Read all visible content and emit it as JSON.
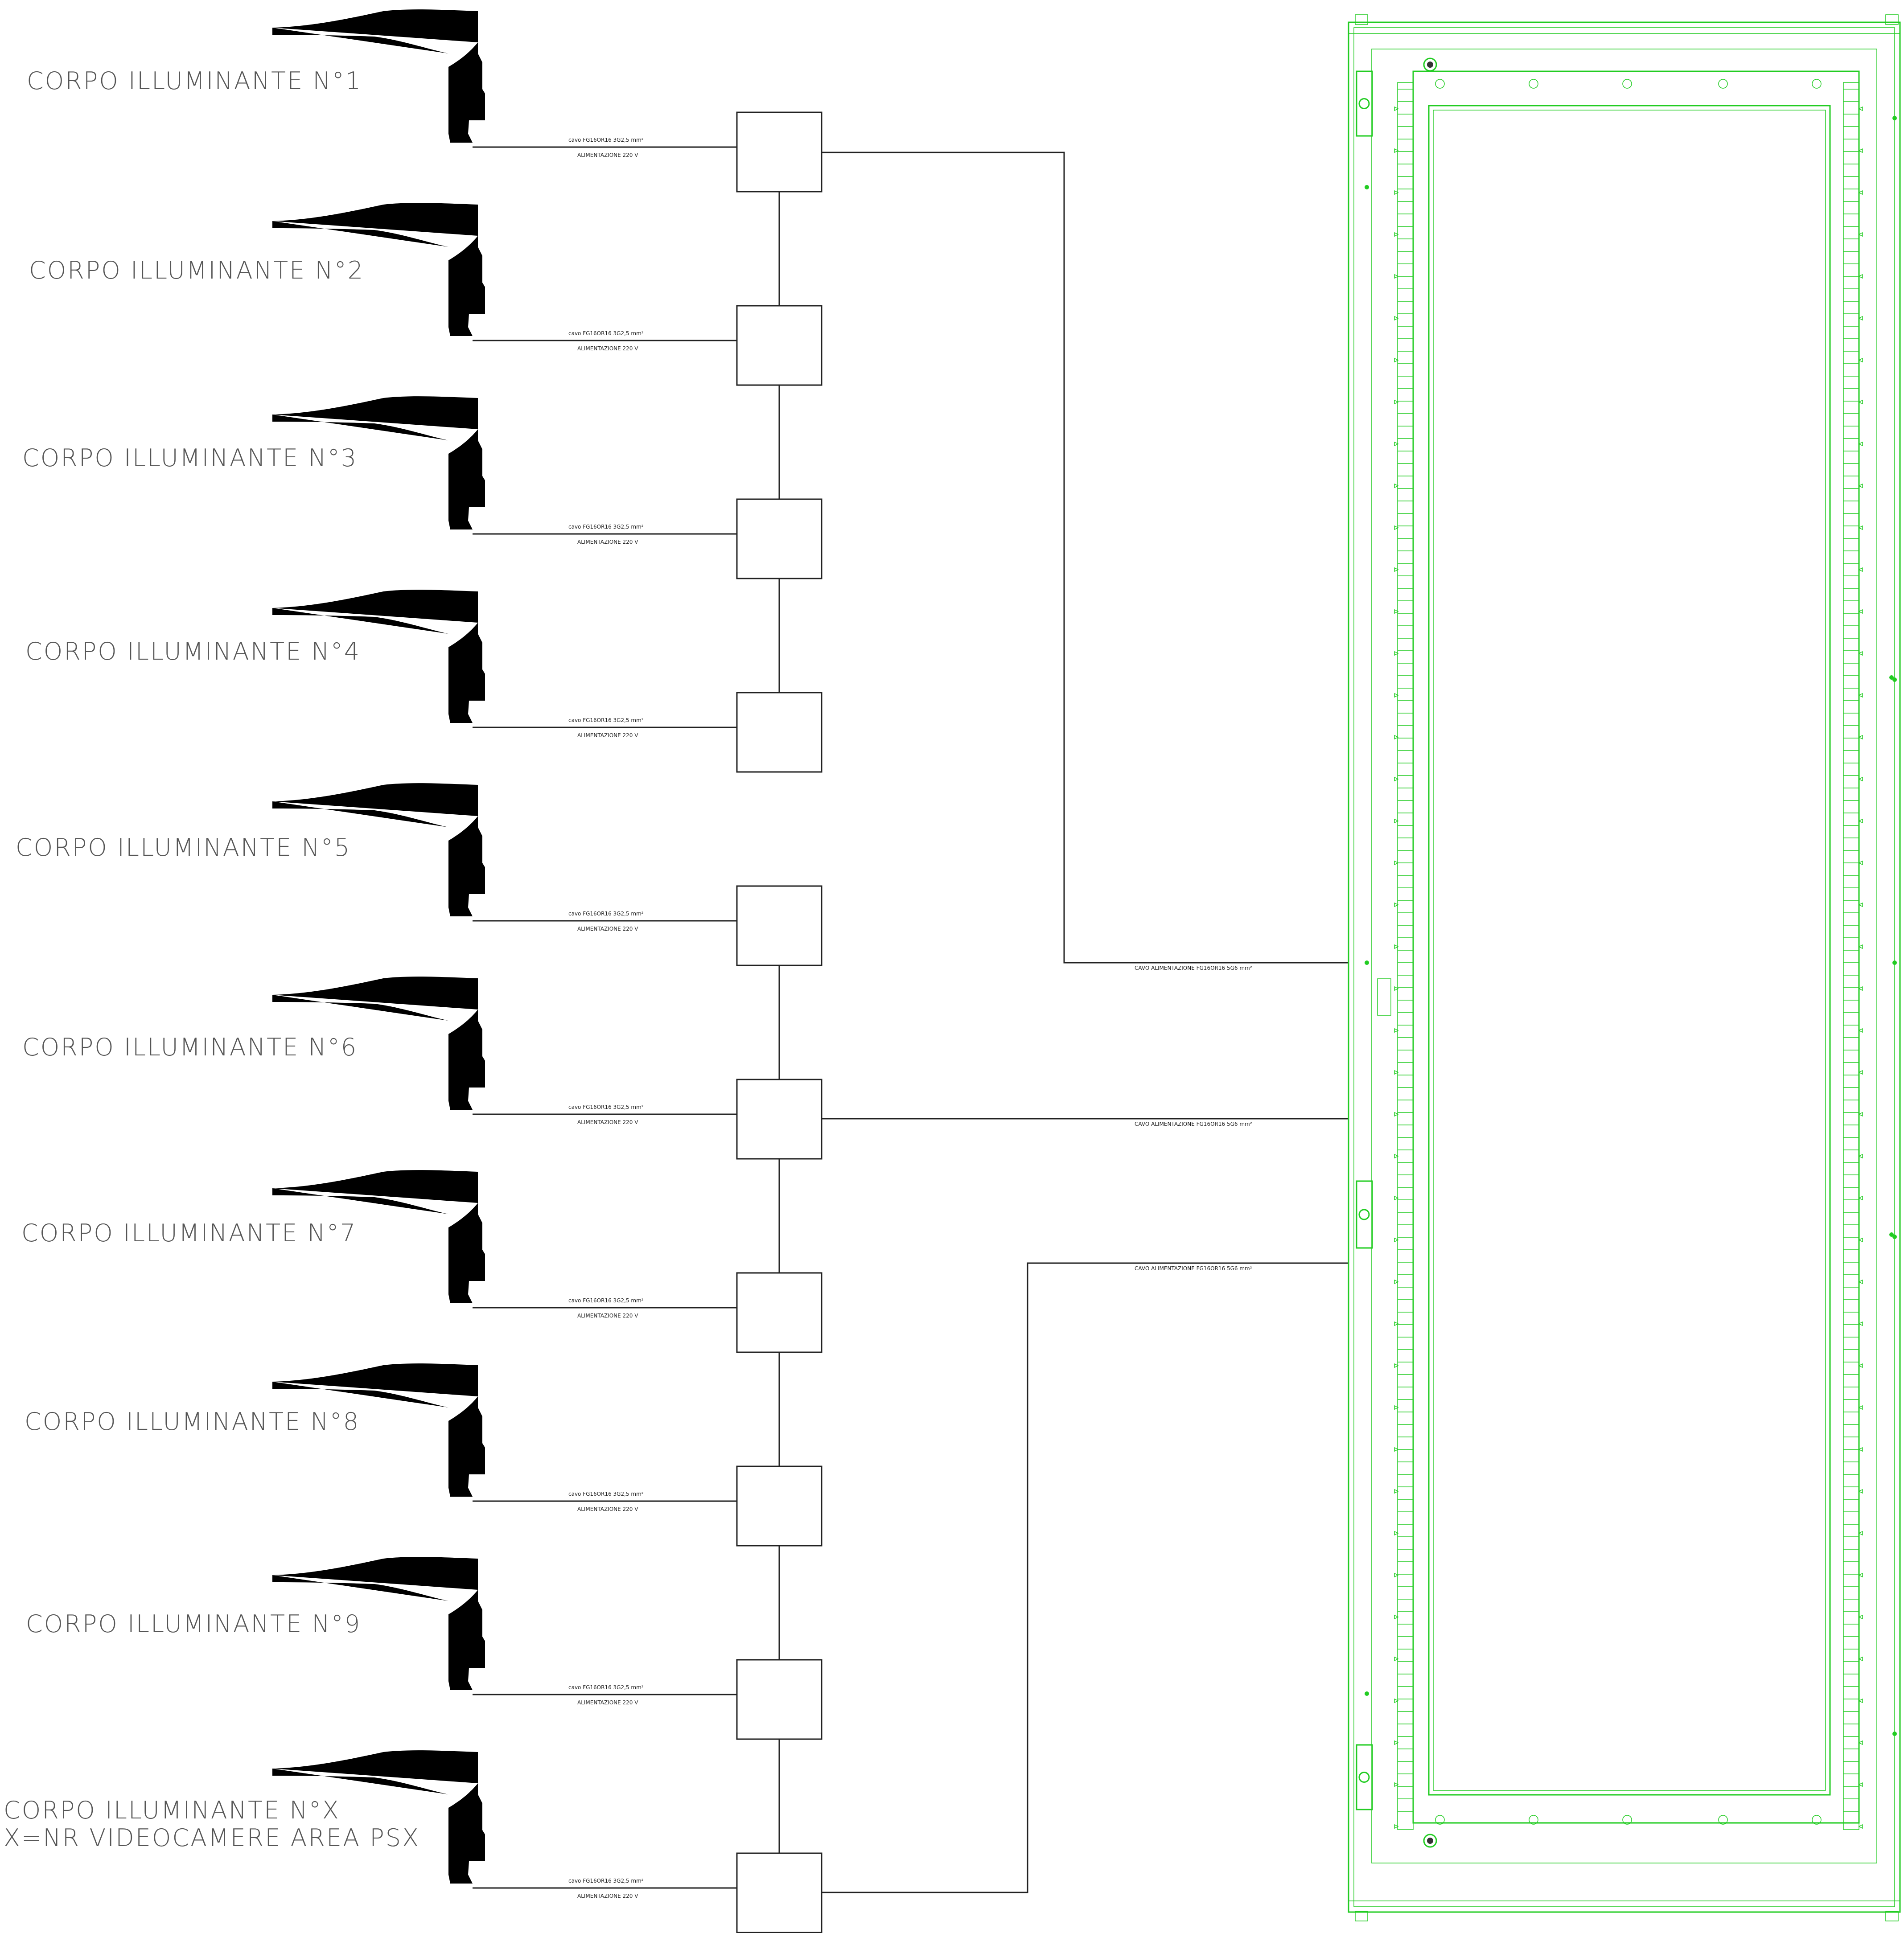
{
  "luminaires": [
    {
      "label": "CORPO ILLUMINANTE N°1",
      "cable": "cavo FG16OR16 3G2,5 mm²",
      "supply": "ALIMENTAZIONE 220 V"
    },
    {
      "label": "CORPO ILLUMINANTE N°2",
      "cable": "cavo FG16OR16 3G2,5 mm²",
      "supply": "ALIMENTAZIONE 220 V"
    },
    {
      "label": "CORPO ILLUMINANTE N°3",
      "cable": "cavo FG16OR16 3G2,5 mm²",
      "supply": "ALIMENTAZIONE 220 V"
    },
    {
      "label": "CORPO ILLUMINANTE N°4",
      "cable": "cavo FG16OR16 3G2,5 mm²",
      "supply": "ALIMENTAZIONE 220 V"
    },
    {
      "label": "CORPO ILLUMINANTE N°5",
      "cable": "cavo FG16OR16 3G2,5 mm²",
      "supply": "ALIMENTAZIONE 220 V"
    },
    {
      "label": "CORPO ILLUMINANTE N°6",
      "cable": "cavo FG16OR16 3G2,5 mm²",
      "supply": "ALIMENTAZIONE 220 V"
    },
    {
      "label": "CORPO ILLUMINANTE N°7",
      "cable": "cavo FG16OR16 3G2,5 mm²",
      "supply": "ALIMENTAZIONE 220 V"
    },
    {
      "label": "CORPO ILLUMINANTE N°8",
      "cable": "cavo FG16OR16 3G2,5 mm²",
      "supply": "ALIMENTAZIONE 220 V"
    },
    {
      "label": "CORPO ILLUMINANTE N°9",
      "cable": "cavo FG16OR16 3G2,5 mm²",
      "supply": "ALIMENTAZIONE 220 V"
    },
    {
      "label": "CORPO ILLUMINANTE N°X",
      "label2": "X=NR VIDEOCAMERE AREA PSX",
      "cable": "cavo FG16OR16 3G2,5 mm²",
      "supply": "ALIMENTAZIONE 220 V"
    }
  ],
  "feeders": [
    {
      "label": "CAVO ALIMENTAZIONE FG16OR16 5G6 mm²"
    },
    {
      "label": "CAVO ALIMENTAZIONE FG16OR16 5G6 mm²"
    },
    {
      "label": "CAVO ALIMENTAZIONE FG16OR16 5G6 mm²"
    }
  ],
  "colors": {
    "cabinet": "#22cc22",
    "lines": "#222222",
    "labels": "#555555"
  }
}
